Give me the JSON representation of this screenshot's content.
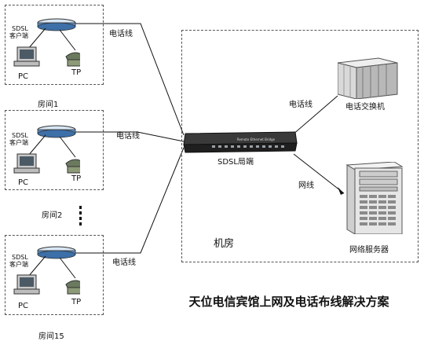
{
  "rooms": [
    {
      "id": "1",
      "label": "房间1",
      "sdsl": "SDSL",
      "client": "客户端",
      "pc": "PC",
      "tp": "TP"
    },
    {
      "id": "2",
      "label": "房间2",
      "sdsl": "SDSL",
      "client": "客户端",
      "pc": "PC",
      "tp": "TP"
    },
    {
      "id": "15",
      "label": "房间15",
      "sdsl": "SDSL",
      "client": "客户端",
      "pc": "PC",
      "tp": "TP"
    }
  ],
  "links": {
    "phone_line": "电话线",
    "network_line": "网线"
  },
  "bridge": {
    "label": "SDSL局端",
    "front_text": "Remote Ethernet Bridge"
  },
  "machine_room": {
    "label": "机房"
  },
  "devices": {
    "switch": "电话交换机",
    "server": "网络服务器"
  },
  "caption": "天位电信宾馆上网及电话布线解决方案",
  "colors": {
    "line": "#111111",
    "border": "#555555",
    "device_blue": "#5b8fc9"
  }
}
